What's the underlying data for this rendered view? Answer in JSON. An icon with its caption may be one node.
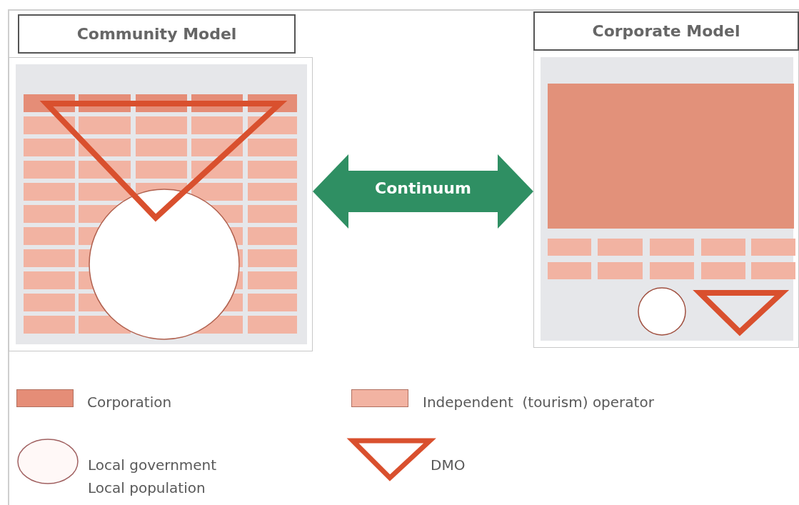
{
  "diagram": {
    "nodes": [
      {
        "text": [
          "Community Model"
        ]
      },
      {
        "text": [
          "Corporate Model"
        ]
      }
    ],
    "edges": [
      {
        "from": 0,
        "to": 1,
        "arrow": "both",
        "label": "Continuum",
        "color": "#2f8f63"
      }
    ],
    "legend": [
      {
        "text": "Corporation",
        "color": "#e58d77"
      },
      {
        "text": "Independent  (tourism) operator",
        "color": "#f2b3a2"
      },
      {
        "text": "Local government Local population"
      },
      {
        "text": "DMO"
      }
    ]
  }
}
